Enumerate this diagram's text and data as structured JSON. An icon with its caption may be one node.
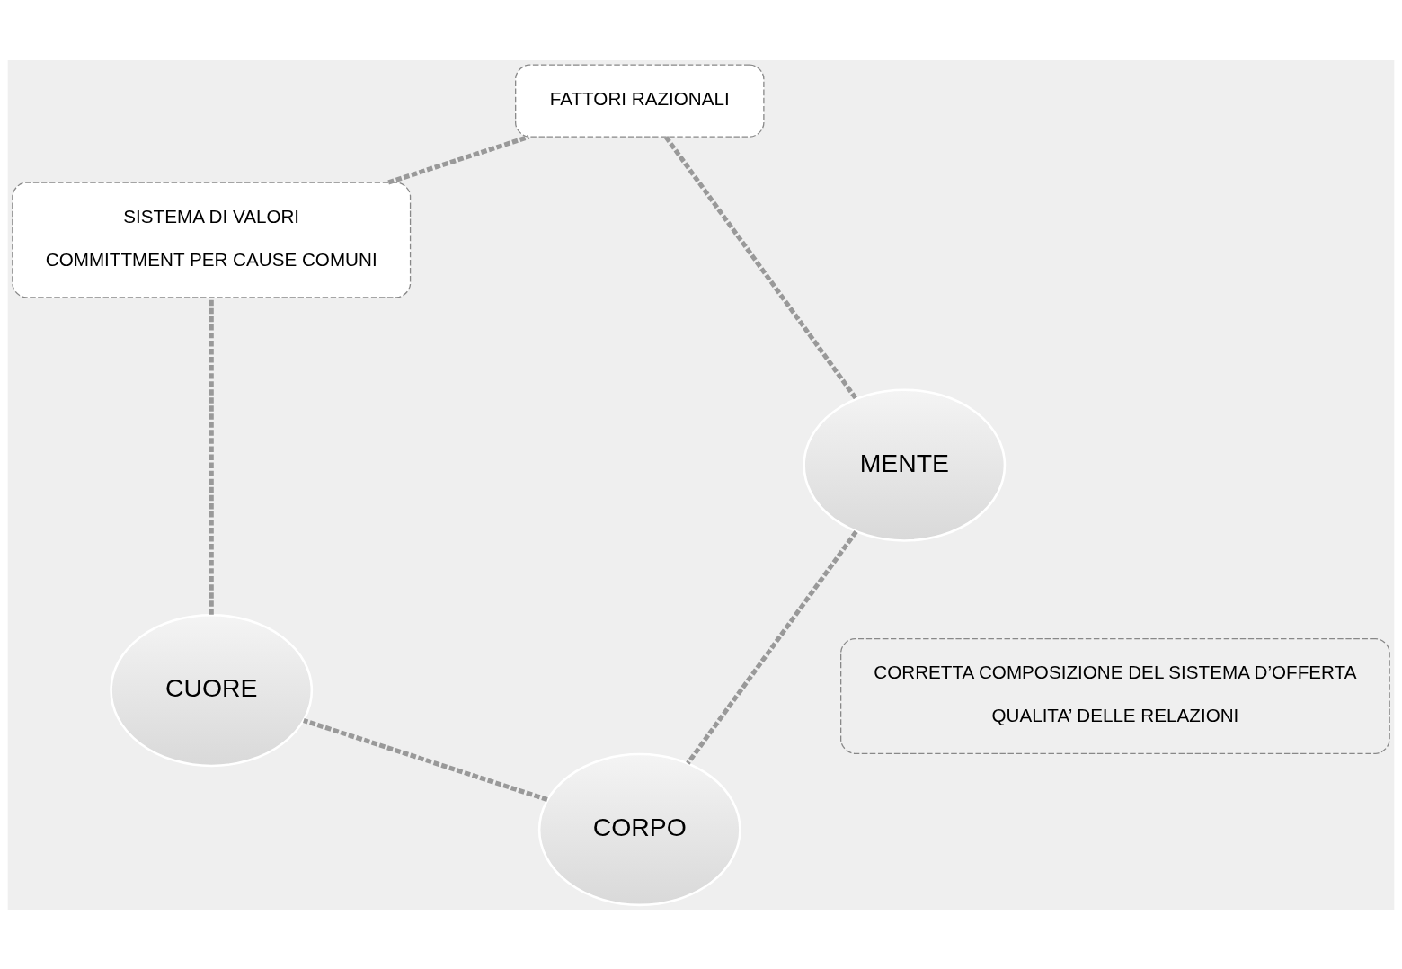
{
  "diagram": {
    "nodes": [
      {
        "text": [
          "CORPO"
        ]
      },
      {
        "text": [
          "CORRETTA COMPOSIZIONE DEL SISTEMA D’OFFERTA",
          "QUALITA’ DELLE RELAZIONI"
        ]
      },
      {
        "text": [
          "CUORE"
        ]
      },
      {
        "text": [
          "MENTE"
        ]
      },
      {
        "text": [
          "SISTEMA DI VALORI",
          "COMMITTMENT PER CAUSE COMUNI"
        ]
      },
      {
        "text": [
          "FATTORI RAZIONALI"
        ]
      }
    ],
    "edges": [
      {
        "from": 0,
        "to": 2,
        "arrow": "none",
        "style": "dashed"
      },
      {
        "from": 2,
        "to": 4,
        "arrow": "none",
        "style": "dashed"
      },
      {
        "from": 4,
        "to": 5,
        "arrow": "none",
        "style": "dashed"
      },
      {
        "from": 5,
        "to": 3,
        "arrow": "none",
        "style": "dashed"
      },
      {
        "from": 3,
        "to": 0,
        "arrow": "none",
        "style": "dashed"
      }
    ]
  }
}
